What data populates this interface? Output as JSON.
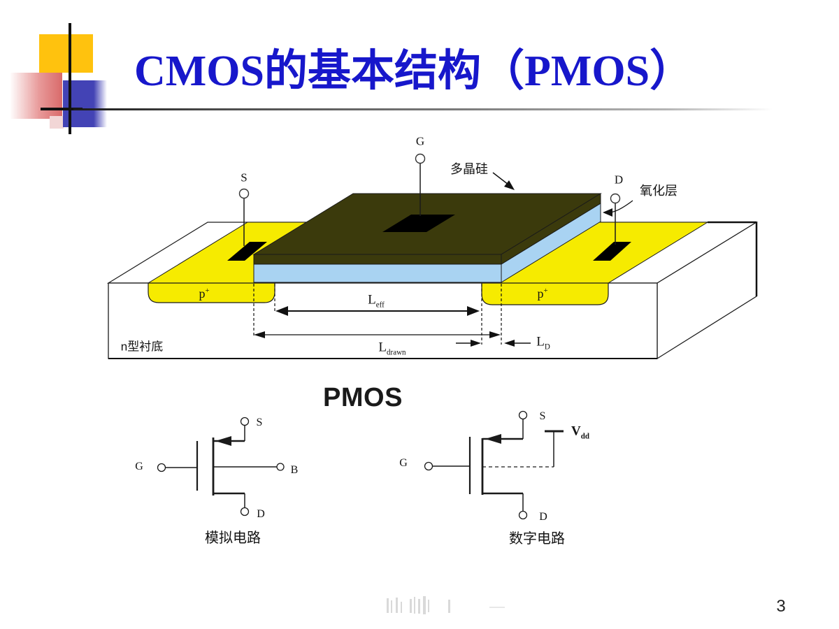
{
  "slide": {
    "title": "CMOS的基本结构（PMOS）",
    "page_number": "3"
  },
  "colors": {
    "title_blue": "#1717cb",
    "polysilicon_dark_olive": "#3b3a0c",
    "oxide_light_blue": "#a9d3f2",
    "p_diffusion_yellow": "#f6eb00",
    "substrate_white": "#ffffff",
    "deco_yellow": "#ffc20e",
    "deco_blue": "#4343b5",
    "deco_red": "#d96a6a"
  },
  "structure_diagram": {
    "terminals": {
      "gate": "G",
      "source": "S",
      "drain": "D"
    },
    "annotations": {
      "polysilicon": "多晶硅",
      "oxide": "氧化层",
      "substrate": "n型衬底",
      "p_plus_base": "p",
      "p_plus_sup": "+",
      "l_eff_base": "L",
      "l_eff_sub": "eff",
      "l_drawn_base": "L",
      "l_drawn_sub": "drawn",
      "l_d_base": "L",
      "l_d_sub": "D"
    }
  },
  "symbols_section": {
    "heading": "PMOS",
    "analog": {
      "caption": "模拟电路",
      "terminals": {
        "g": "G",
        "s": "S",
        "b": "B",
        "d": "D"
      }
    },
    "digital": {
      "caption": "数字电路",
      "terminals": {
        "g": "G",
        "s": "S",
        "d": "D"
      },
      "vdd_base": "V",
      "vdd_sub": "dd"
    }
  }
}
